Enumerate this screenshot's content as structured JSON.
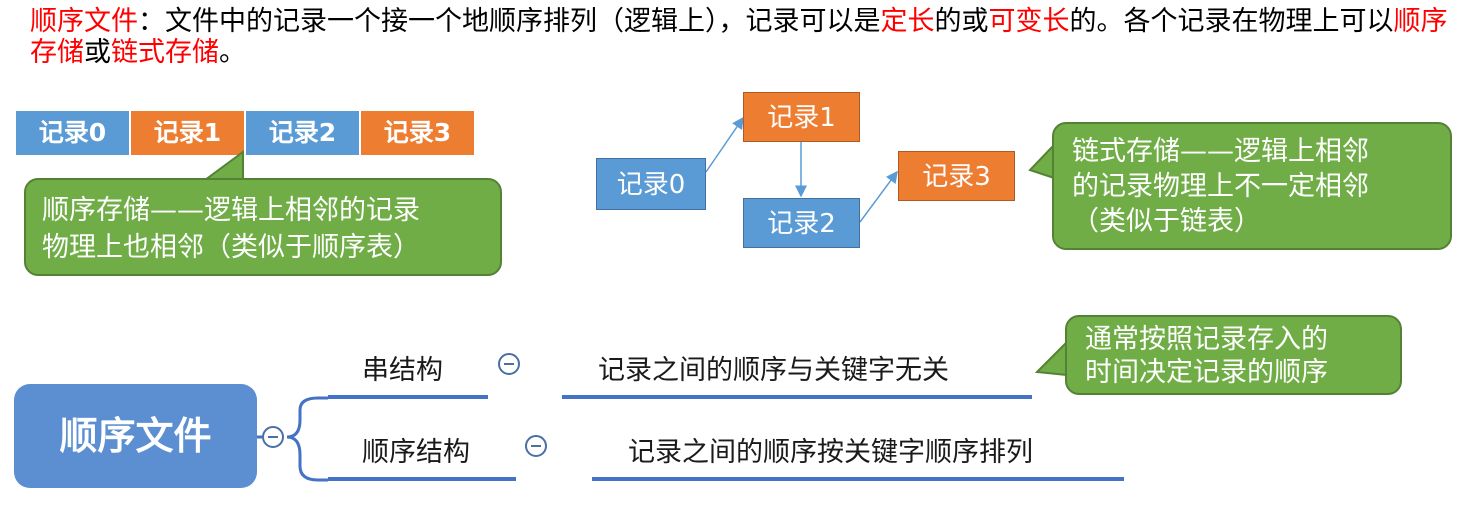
{
  "intro": {
    "p1": "顺序文件",
    "p2": "：文件中的记录一个接一个地顺序排列（逻辑上），记录可以是",
    "p3": "定长",
    "p4": "的或",
    "p5": "可变长",
    "p6": "的。各个记录在物理上可以",
    "p7": "顺序存储",
    "p8": "或",
    "p9": "链式存储",
    "p10": "。"
  },
  "sequential_storage": {
    "records": [
      "记录0",
      "记录1",
      "记录2",
      "记录3"
    ],
    "callout_line1": "顺序存储——逻辑上相邻的记录",
    "callout_line2": "物理上也相邻（类似于顺序表）"
  },
  "linked_storage": {
    "records": [
      "记录0",
      "记录1",
      "记录2",
      "记录3"
    ],
    "callout_line1": "链式存储——逻辑上相邻",
    "callout_line2": "的记录物理上不一定相邻",
    "callout_line3": "（类似于链表）"
  },
  "mindmap": {
    "root": "顺序文件",
    "branches": [
      {
        "label": "串结构",
        "detail": "记录之间的顺序与关键字无关"
      },
      {
        "label": "顺序结构",
        "detail": "记录之间的顺序按关键字顺序排列"
      }
    ],
    "note_line1": "通常按照记录存入的",
    "note_line2": "时间决定记录的顺序"
  },
  "colors": {
    "blue": "#5b9bd5",
    "orange": "#ed7d31",
    "green": "#70ad47",
    "red_text": "#ff0000",
    "line_blue": "#4472c4"
  }
}
